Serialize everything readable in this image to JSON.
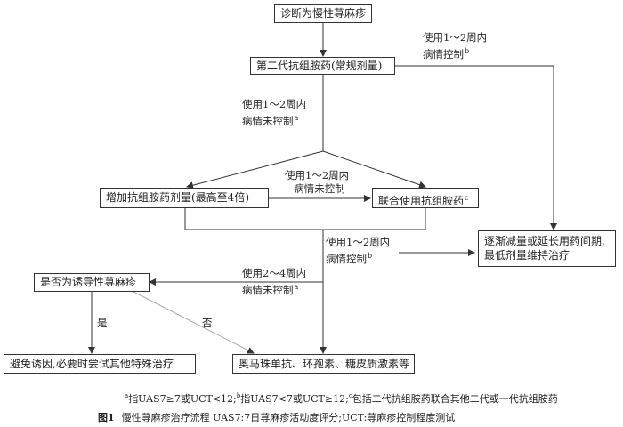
{
  "nodes": {
    "diagnosis": "诊断为慢性荨麻疹",
    "second_gen": "第二代抗组胺药(常规剂量)",
    "increase_dose": "增加抗组胺药剂量(最高至4倍)",
    "combine": "联合使用抗组胺药",
    "combine_mark": "c",
    "taper": [
      "逐渐减量或延长用药间期,",
      "最低剂量维持治疗"
    ],
    "inducible": "是否为诱导性荨麻疹",
    "avoid": "避免诱因,必要时尝试其他特殊治疗",
    "omalizumab": "奥马珠单抗、环孢素、糖皮质激素等"
  },
  "edge_labels": {
    "controlled_top": {
      "lines": [
        "使用1～2周内",
        "病情控制"
      ],
      "mark": "b"
    },
    "uncontrolled_1": {
      "lines": [
        "使用1～2周内",
        "病情未控制"
      ],
      "mark": "a"
    },
    "uncontrolled_mid": {
      "lines": [
        "使用1～2周内",
        "病情未控制"
      ]
    },
    "controlled_mid": {
      "lines": [
        "使用1～2周内",
        "病情控制"
      ],
      "mark": "b"
    },
    "uncontrolled_2_4": {
      "lines": [
        "使用2～4周内",
        "病情未控制"
      ],
      "mark": "a"
    },
    "yes": "是",
    "no": "否"
  },
  "footnote": {
    "a_mark": "a",
    "a_text": "指UAS7≥7或UCT<12;",
    "b_mark": "b",
    "b_text": "指UAS7<7或UCT≥12;",
    "c_mark": "c",
    "c_text": "包括二代抗组胺药联合其他二代或一代抗组胺药"
  },
  "caption": {
    "figure": "图1",
    "text": "慢性荨麻疹治疗流程  UAS7:7日荨麻疹活动度评分;UCT:荨麻疹控制程度测试"
  }
}
